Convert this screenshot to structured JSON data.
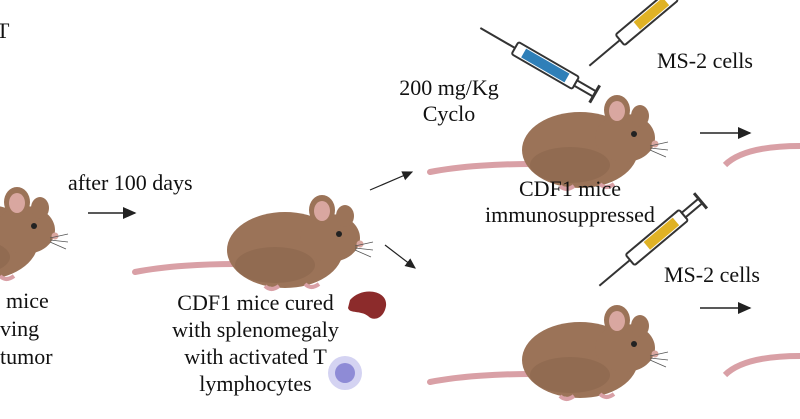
{
  "labels": {
    "top_left_char": "T",
    "left_mice_line1": "mice",
    "left_mice_line2": "ving",
    "left_mice_line3": "tumor",
    "after_days": "after 100 days",
    "cured_line1": "CDF1 mice cured",
    "cured_line2": "with splenomegaly",
    "cured_line3": "with activated T",
    "cured_line4": "lymphocytes",
    "dose_line1": "200 mg/Kg",
    "dose_line2": "Cyclo",
    "ms2_top": "MS-2 cells",
    "immuno_line1": "CDF1 mice",
    "immuno_line2": "immunosuppressed",
    "ms2_bottom": "MS-2 cells"
  },
  "colors": {
    "mouse_body": "#9b7358",
    "mouse_shade": "#7f5c44",
    "ear_inner": "#d9a7a0",
    "tail": "#d9a0a6",
    "syringe_blue": "#2f7fb8",
    "syringe_yellow": "#e0b225",
    "spleen": "#8c2b2b",
    "lymphocyte": "#8e8bd6",
    "arrow": "#222222"
  },
  "icons": [
    "mouse-icon",
    "syringe-icon",
    "spleen-icon",
    "lymphocyte-icon",
    "arrow-icon"
  ]
}
